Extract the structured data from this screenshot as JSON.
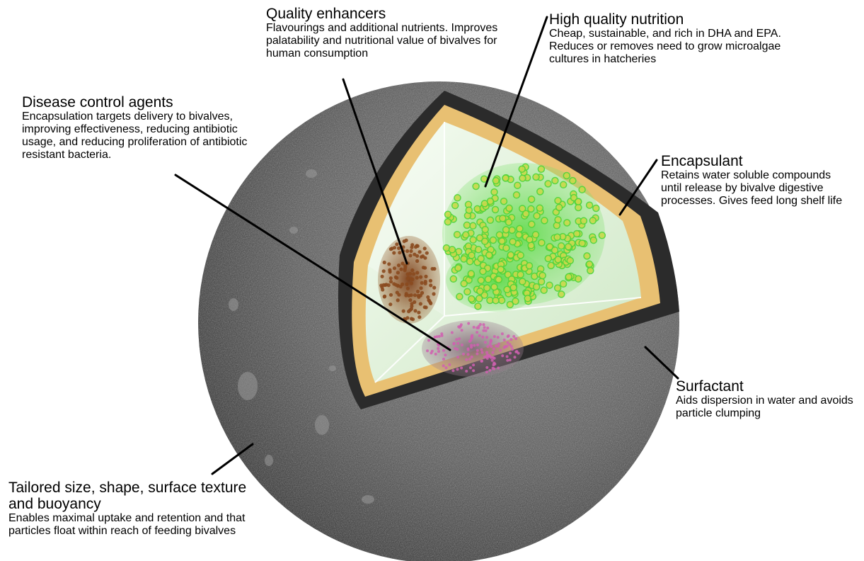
{
  "colors": {
    "shell_outer": "#2b2b2b",
    "encapsulant": "#e8c072",
    "interior": "#e9f6e4",
    "nutrition_particles": "#4fd43a",
    "nutrition_core": "#c9d94a",
    "quality_particles": "#8a4a1f",
    "disease_particles": "#8a6a78",
    "disease_dots": "#d060b0"
  },
  "labels": {
    "quality": {
      "title": "Quality enhancers",
      "desc": "Flavourings and additional nutrients. Improves palatability and nutritional value of bivalves for human consumption"
    },
    "nutrition": {
      "title": "High quality nutrition",
      "desc": "Cheap, sustainable, and rich in DHA and EPA.  Reduces or removes need to grow microalgae cultures in hatcheries"
    },
    "disease": {
      "title": "Disease control agents",
      "desc": "Encapsulation targets delivery to bivalves, improving effectiveness, reducing antibiotic usage, and reducing proliferation of antibiotic resistant bacteria."
    },
    "encapsulant": {
      "title": "Encapsulant",
      "desc": "Retains water soluble compounds until release by bivalve digestive processes.  Gives feed long shelf life"
    },
    "surfactant": {
      "title": "Surfactant",
      "desc": "Aids dispersion in water and avoids particle clumping"
    },
    "tailored": {
      "title": "Tailored size, shape, surface texture and buoyancy",
      "desc": "Enables maximal uptake and retention and that particles float within reach of feeding bivalves"
    }
  }
}
